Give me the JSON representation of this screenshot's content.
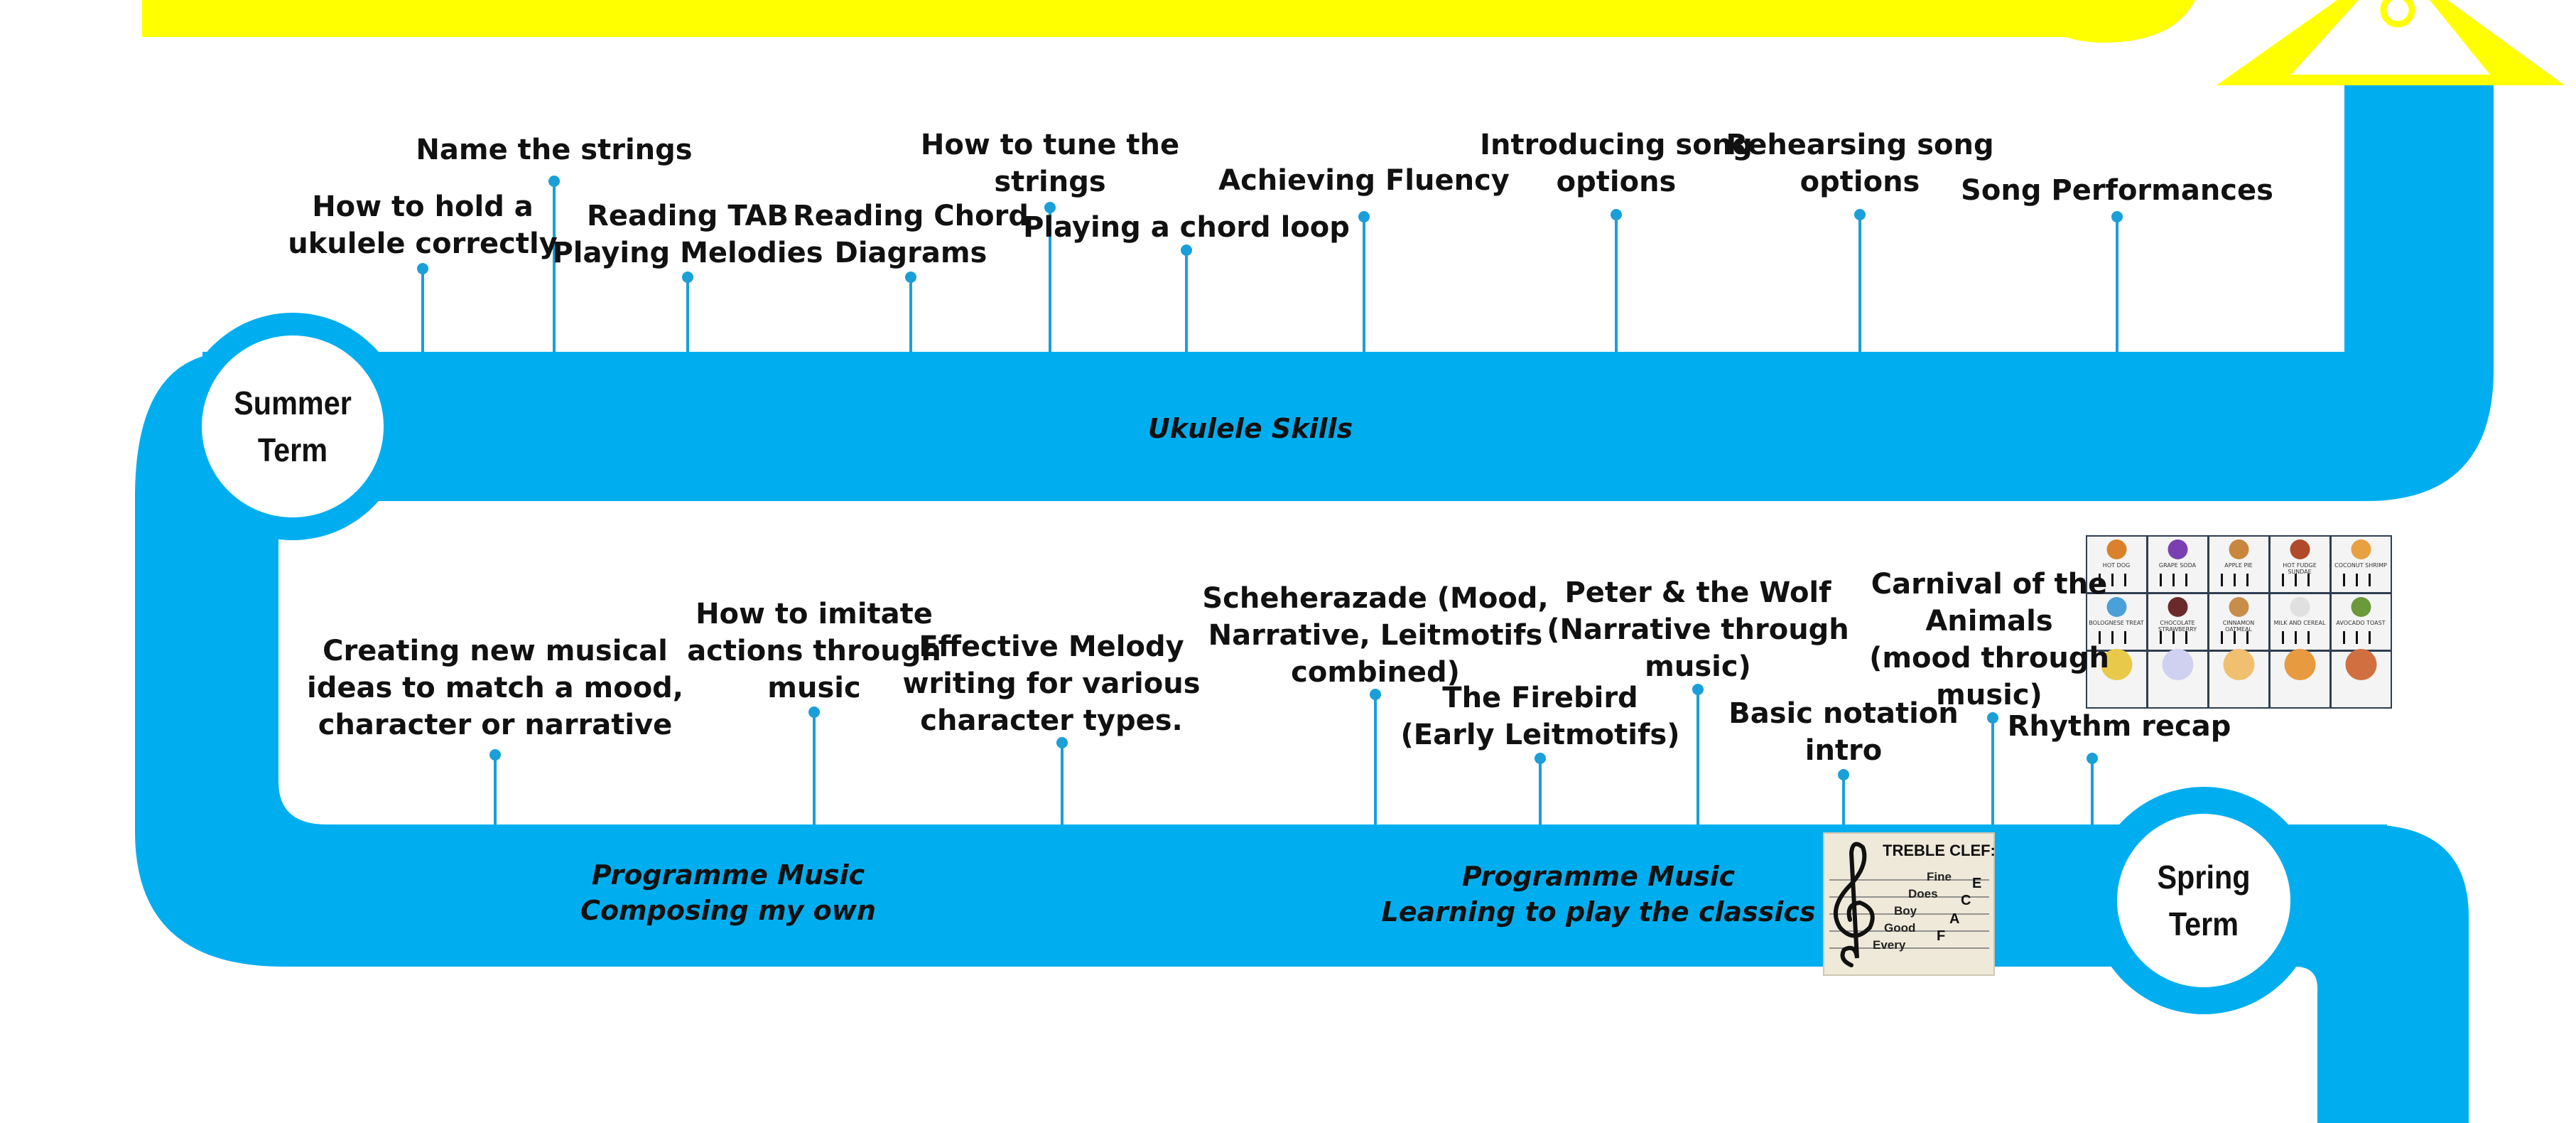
{
  "colors": {
    "road": "#00aeef",
    "banner": "#ffff00",
    "stem": "#1a9fd8",
    "text": "#111111",
    "circle_fill": "#ffffff"
  },
  "terms": {
    "summer": "Summer\nTerm",
    "spring": "Spring\nTerm"
  },
  "bands": {
    "ukulele": "Ukulele Skills",
    "composing": "Programme Music\nComposing my own",
    "classics": "Programme Music\nLearning to play the classics"
  },
  "summer_milestones": [
    "How to hold a\nukulele correctly",
    "Name the strings",
    "Reading TAB\nPlaying Melodies",
    "Reading Chord\nDiagrams",
    "How to tune the\nstrings",
    "Playing a chord loop",
    "Achieving Fluency",
    "Introducing song\noptions",
    "Rehearsing song\noptions",
    "Song Performances"
  ],
  "spring_milestones": [
    "Creating new musical\nideas to match a mood,\ncharacter or narrative",
    "How to imitate\nactions through\nmusic",
    "Effective Melody\nwriting for various\ncharacter types.",
    "Scheherazade (Mood,\nNarrative, Leitmotifs\ncombined)",
    "The Firebird\n(Early Leitmotifs)",
    "Peter & the Wolf\n(Narrative through\nmusic)",
    "Basic notation\nintro",
    "Carnival of the\nAnimals\n(mood through\nmusic)",
    "Rhythm recap"
  ],
  "treble_clef": {
    "title": "TREBLE CLEF:",
    "words": [
      "Fine",
      "Does",
      "Boy",
      "Good",
      "Every"
    ],
    "notes": [
      "E",
      "C",
      "A",
      "F"
    ]
  },
  "rhythm_cards": [
    "HOT DOG",
    "GRAPE SODA",
    "APPLE PIE",
    "HOT FUDGE SUNDAE",
    "COCONUT SHRIMP",
    "BOLOGNESE TREAT",
    "CHOCOLATE STRAWBERRY",
    "CINNAMON OATMEAL",
    "MILK AND CEREAL",
    "AVOCADO TOAST",
    "",
    "",
    "",
    "",
    ""
  ]
}
